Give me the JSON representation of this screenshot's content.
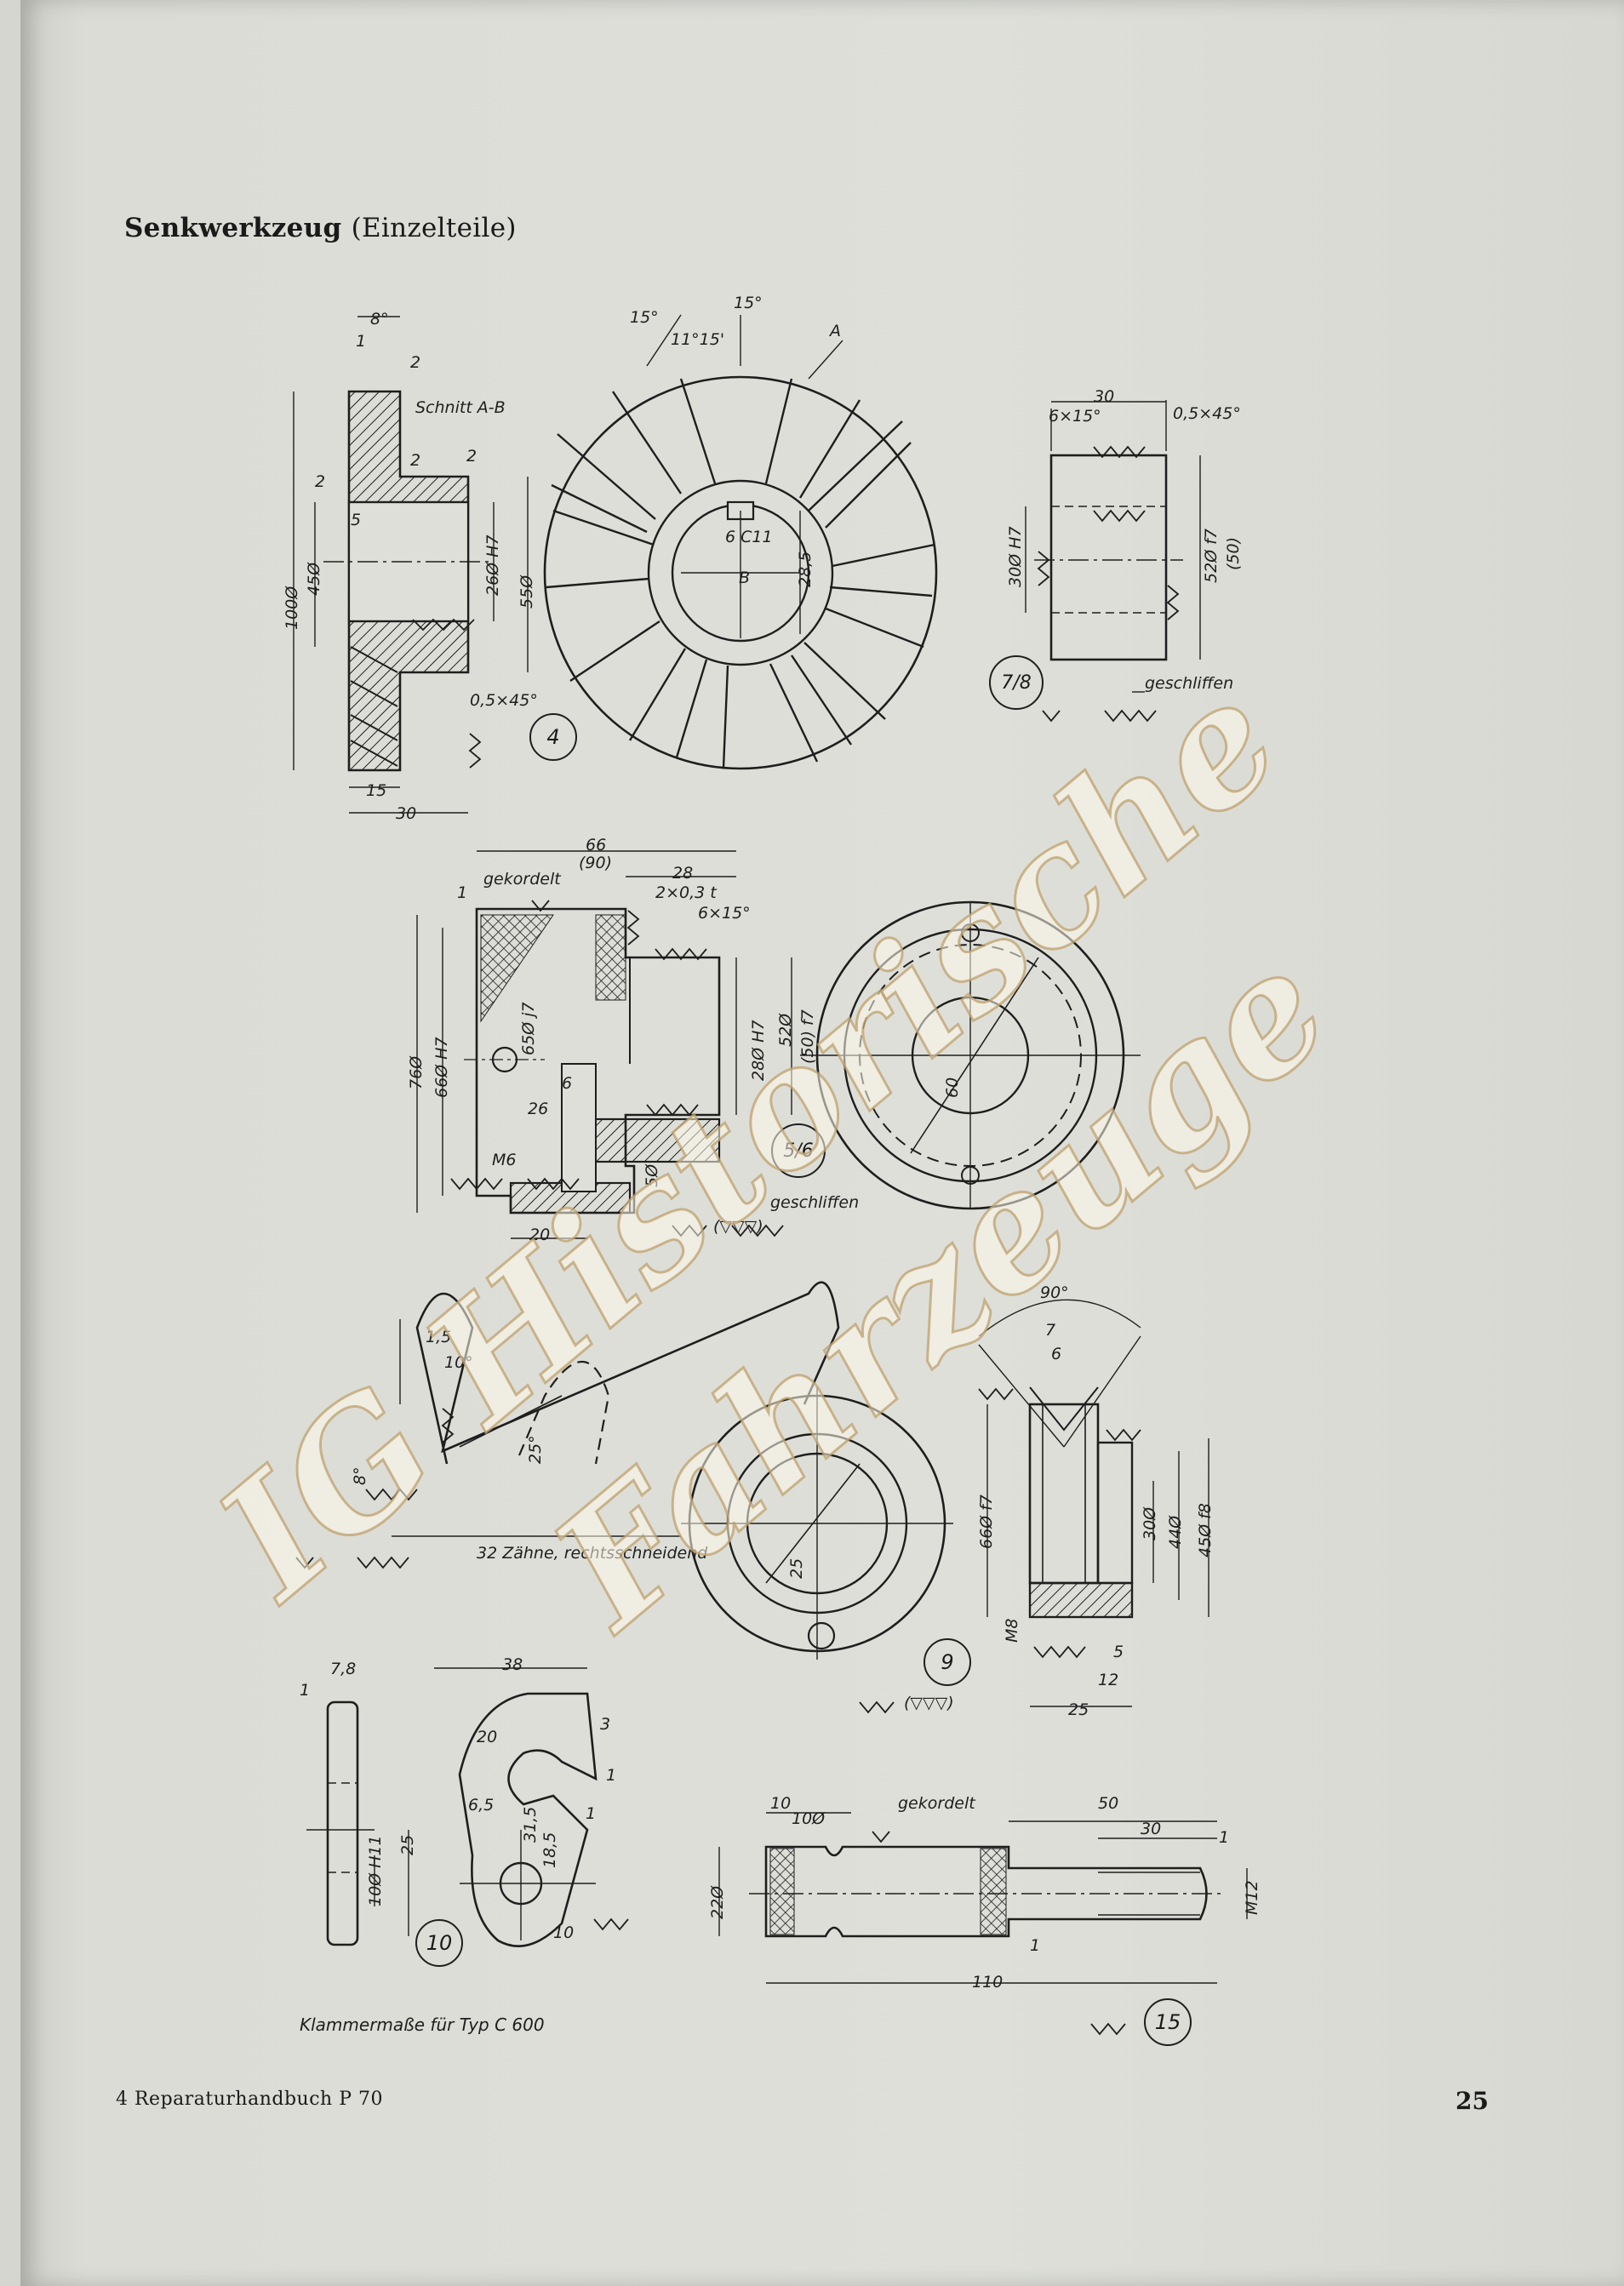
{
  "title": {
    "bold": "Senkwerkzeug",
    "plain": "(Einzelteile)"
  },
  "watermark": {
    "line1": "IG Historische",
    "line2": "Fahrzeuge"
  },
  "fig4": {
    "number": "4",
    "section_label": "Schnitt A-B",
    "section_letters": [
      "A",
      "B"
    ],
    "dims": [
      "8°",
      "1",
      "2",
      "2",
      "2",
      "2",
      "5",
      "100Ø",
      "45Ø",
      "26Ø H7",
      "55Ø",
      "0,5×45°",
      "15",
      "30",
      "15°",
      "15°",
      "11°15'",
      "6 C11",
      "28,5"
    ]
  },
  "fig78": {
    "number": "7/8",
    "dims": [
      "30",
      "6×15°",
      "0,5×45°",
      "30Ø H7",
      "52Ø f7",
      "(50)"
    ],
    "note": "geschliffen"
  },
  "fig56": {
    "number": "5/6",
    "dims": [
      "66",
      "(90)",
      "28",
      "2×0,3 t",
      "6×15°",
      "1",
      "76Ø",
      "66Ø H7",
      "65Ø j7",
      "52Ø",
      "(50) f7",
      "28Ø H7",
      "6",
      "26",
      "M6",
      "5Ø",
      "20",
      "60"
    ],
    "gekordelt": "gekordelt",
    "note": "geschliffen",
    "finish": "(▽▽▽)"
  },
  "fig_cutter": {
    "dims": [
      "1,5",
      "10°",
      "25°",
      "8°"
    ],
    "note": "32 Zähne, rechtsschneidend"
  },
  "fig9": {
    "number": "9",
    "dims": [
      "90°",
      "7",
      "6",
      "66Ø f7",
      "30Ø",
      "44Ø",
      "45Ø f8",
      "M8",
      "5",
      "12",
      "25",
      "25"
    ],
    "finish": "(▽▽▽)"
  },
  "fig10": {
    "number": "10",
    "dims": [
      "7,8",
      "1",
      "38",
      "3",
      "20",
      "6,5",
      "31,5",
      "18,5",
      "1",
      "1",
      "25",
      "10Ø H11",
      "10"
    ]
  },
  "fig15": {
    "number": "15",
    "dims": [
      "10",
      "10Ø",
      "50",
      "30",
      "1",
      "22Ø",
      "M12",
      "1",
      "110"
    ],
    "gekordelt": "gekordelt"
  },
  "caption_bracket": "Klammermaße für Typ C 600",
  "footer": {
    "left": "4  Reparaturhandbuch P 70",
    "page": "25"
  }
}
